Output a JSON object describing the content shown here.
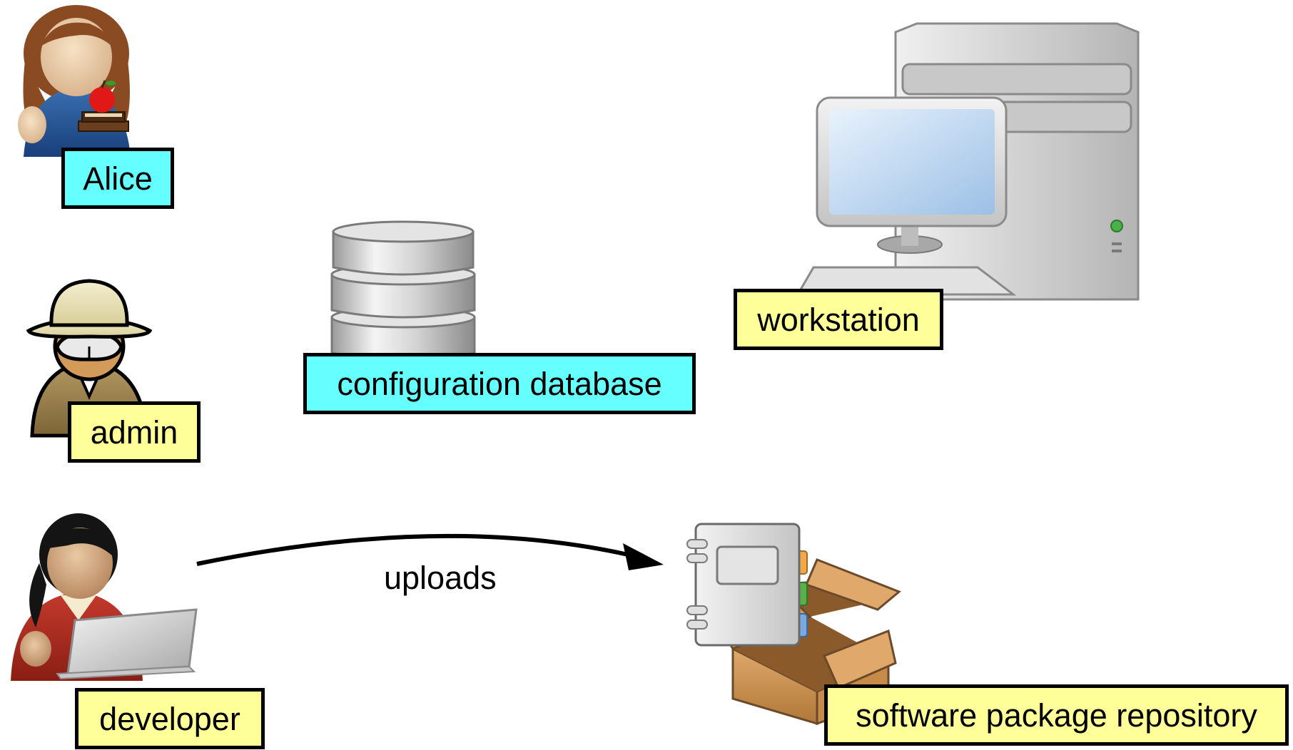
{
  "nodes": {
    "alice": {
      "label": "Alice",
      "icon": "user-female-apple-books-icon",
      "label_color": "#66ffff"
    },
    "admin": {
      "label": "admin",
      "icon": "user-admin-helmet-goggles-icon",
      "label_color": "#ffff99"
    },
    "developer": {
      "label": "developer",
      "icon": "user-developer-laptop-icon",
      "label_color": "#ffff99"
    },
    "configuration_database": {
      "label": "configuration database",
      "icon": "database-cylinder-icon",
      "label_color": "#66ffff"
    },
    "workstation": {
      "label": "workstation",
      "icon": "desktop-computer-tower-icon",
      "label_color": "#ffff99"
    },
    "software_package_repository": {
      "label": "software package repository",
      "icon": "package-box-notebook-icon",
      "label_color": "#ffff99"
    }
  },
  "edges": [
    {
      "from": "developer",
      "to": "software_package_repository",
      "label": "uploads"
    }
  ]
}
